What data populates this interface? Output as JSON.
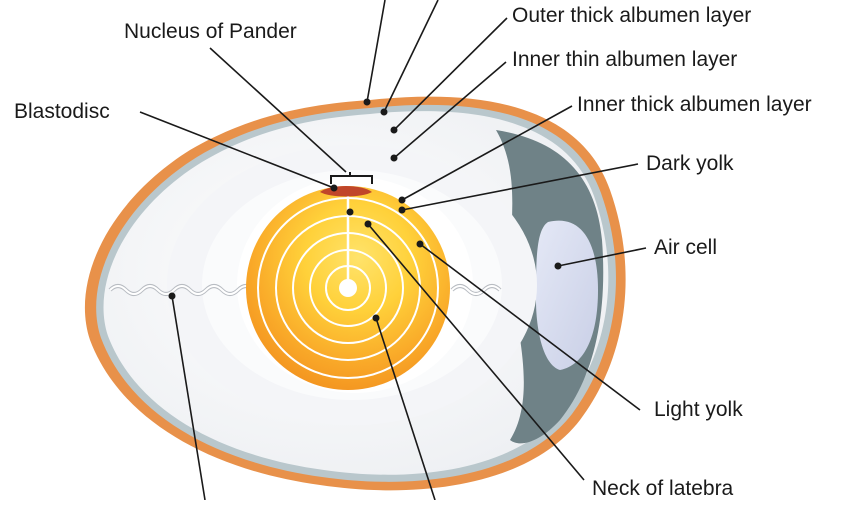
{
  "labels": {
    "outer_thick_albumen": "Outer thick albumen layer",
    "nucleus_of_pander": "Nucleus of Pander",
    "inner_thin_albumen": "Inner thin albumen layer",
    "inner_thick_albumen": "Inner thick albumen layer",
    "blastodisc": "Blastodisc",
    "dark_yolk": "Dark yolk",
    "air_cell": "Air cell",
    "light_yolk": "Light yolk",
    "neck_of_latebra": "Neck of latebra"
  },
  "colors": {
    "shell": "#E8914A",
    "membrane": "#B9C7CC",
    "outer_albumen": "#F7F8FA",
    "inner_albumen": "#FFFFFF",
    "air_cell": "#D5DAEE",
    "air_cell_wall": "#6F8287",
    "yolk_outer": "#F2941E",
    "yolk_inner": "#FFD93D",
    "blastodisc": "#C0462A",
    "leader": "#1a1a1a"
  }
}
